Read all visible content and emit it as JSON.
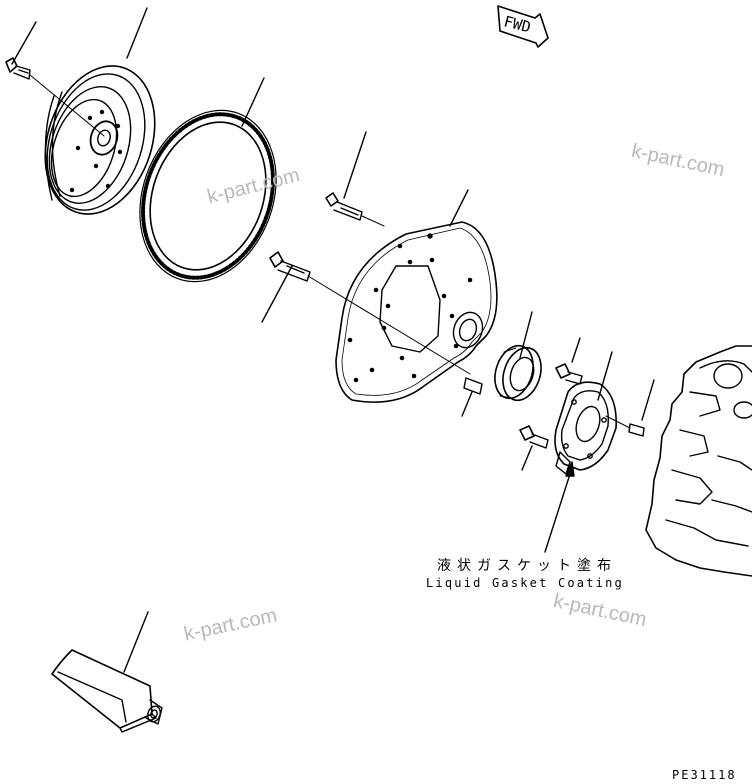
{
  "watermarks": [
    {
      "text": "k-part.com"
    },
    {
      "text": "k-part.com"
    },
    {
      "text": "k-part.com"
    },
    {
      "text": "k-part.com"
    }
  ],
  "fwd_label": "FWD",
  "note": {
    "japanese": "液状ガスケット塗布",
    "english": "Liquid Gasket Coating"
  },
  "drawing_code": "PE31118",
  "colors": {
    "line": "#000000",
    "watermark": "#b9b9b9",
    "background": "#ffffff"
  }
}
